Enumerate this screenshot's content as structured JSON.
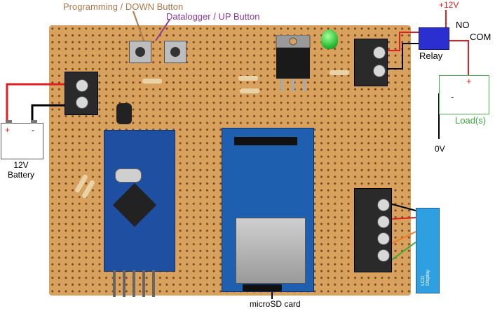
{
  "labels": {
    "programming_button": "Programming / DOWN Button",
    "datalogger_button": "Datalogger / UP Button",
    "plus_12v": "+12V",
    "no": "NO",
    "com": "COM",
    "relay": "Relay",
    "load_plus": "+",
    "load_minus": "-",
    "load": "Load(s)",
    "zero_v": "0V",
    "battery_plus": "+",
    "battery_minus": "-",
    "battery_line1": "12V",
    "battery_line2": "Battery",
    "microsd": "microSD card",
    "lcd": "LCD Display"
  },
  "colors": {
    "board": "#d9a15e",
    "programming_label": "#b0784a",
    "datalogger_label": "#8a3a9a",
    "plus_12v": "#e02020",
    "load_label": "#3aa83a",
    "wire_red": "#e02020",
    "wire_black": "#000000"
  }
}
